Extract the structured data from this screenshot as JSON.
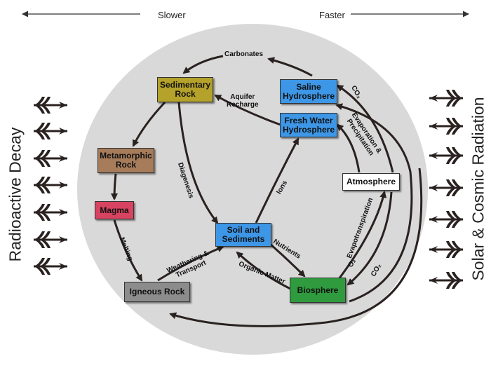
{
  "scale": {
    "slower": "Slower",
    "faster": "Faster"
  },
  "side_labels": {
    "left": "Radioactive Decay",
    "right": "Solar & Cosmic Radiation"
  },
  "reservoirs": {
    "sedimentary_rock": {
      "label": "Sedimentary\nRock",
      "color": "#b5a22a"
    },
    "saline_hydrosphere": {
      "label": "Saline\nHydrosphere",
      "color": "#3d96e6"
    },
    "fresh_water_hydrosphere": {
      "label": "Fresh Water\nHydrosphere",
      "color": "#3d96e6"
    },
    "metamorphic_rock": {
      "label": "Metamorphic\nRock",
      "color": "#a67c5b"
    },
    "atmosphere": {
      "label": "Atmosphere",
      "color": "#ffffff"
    },
    "magma": {
      "label": "Magma",
      "color": "#d84361"
    },
    "soil_and_sediments": {
      "label": "Soil and\nSediments",
      "color": "#3d96e6"
    },
    "igneous_rock": {
      "label": "Igneous Rock",
      "color": "#8c8c8c"
    },
    "biosphere": {
      "label": "Biosphere",
      "color": "#2f9a3e"
    }
  },
  "flows": {
    "carbonates": "Carbonates",
    "aquifer_recharge": "Aquifer\nRecharge",
    "co2_top": "CO₂",
    "evaporation_precipitation": "Evaporation &\nPrecipitation",
    "diagenesis": "Diagenesis",
    "ions": "Ions",
    "evapotranspiration": "Evapotranspiration",
    "melting": "Melting",
    "weathering_transport": "Weathering &\nTransport",
    "nutrients": "Nutrients",
    "organic_matter": "Organic Matter",
    "o2": "O₂",
    "co2_bottom": "CO₂"
  },
  "colors": {
    "circle": "#d9d9d9",
    "arrow": "#2a2220",
    "radiation_arrow": "#2a2220"
  }
}
